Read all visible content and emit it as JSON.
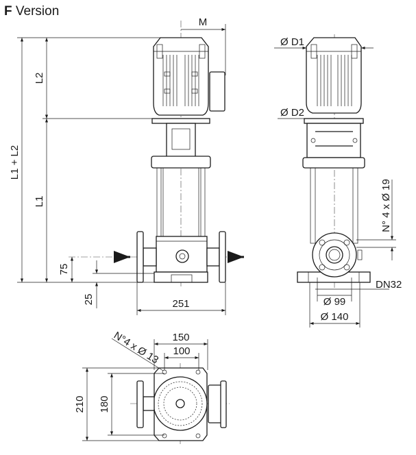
{
  "title": {
    "letter": "F",
    "rest": "Version"
  },
  "front_view": {
    "labels": {
      "total_height": "L1 + L2",
      "motor_height": "L2",
      "pump_height": "L1",
      "motor_offset": "M",
      "inlet_height": "75",
      "base_height": "25",
      "flange_span": "251"
    }
  },
  "side_view": {
    "labels": {
      "motor_diameter": "Ø D1",
      "flange_diameter": "Ø D2",
      "bolt_holes": "N° 4 x Ø 19",
      "nominal_diameter": "DN32",
      "bolt_circle": "Ø 99",
      "flange_outer": "Ø 140"
    }
  },
  "top_view": {
    "labels": {
      "base_width": "150",
      "hole_spacing_x": "100",
      "base_depth": "210",
      "hole_spacing_y": "180",
      "base_holes": "N°4 x Ø 13"
    }
  },
  "colors": {
    "line": "#1a1a1a",
    "background": "#ffffff"
  }
}
